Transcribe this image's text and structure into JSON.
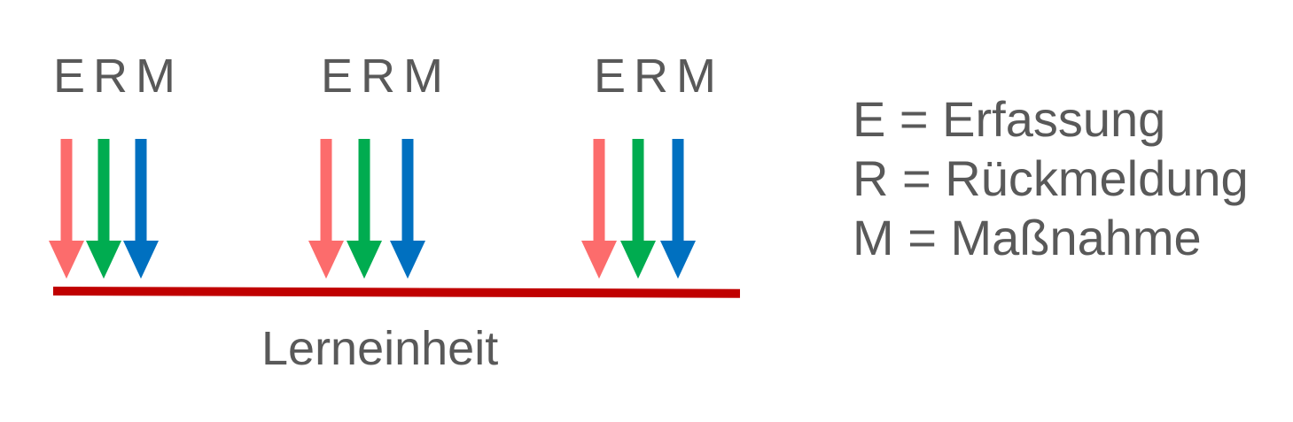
{
  "diagram": {
    "groups": [
      {
        "label": "ERM"
      },
      {
        "label": "ERM"
      },
      {
        "label": "ERM"
      }
    ],
    "timeline_label": "Lerneinheit",
    "legend": {
      "lines": [
        "E = Erfassung",
        "R = Rückmeldung",
        "M = Maßnahme"
      ]
    }
  },
  "colors": {
    "arrow-e": "#FC6C6C",
    "arrow-r": "#00AC50",
    "arrow-m": "#0070C0",
    "timeline": "#C00000",
    "text": "#595959"
  }
}
